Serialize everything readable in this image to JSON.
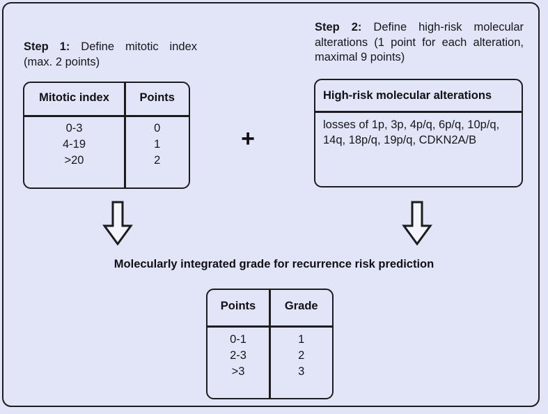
{
  "figure": {
    "background_color": "#e1e5f7",
    "border_color": "#1c1c20",
    "text_color": "#16161a"
  },
  "step1": {
    "label": "Step 1:",
    "description": " Define mitotic index (max. 2 points)",
    "table": {
      "headers": [
        "Mitotic index",
        "Points"
      ],
      "rows": [
        [
          "0-3",
          "0"
        ],
        [
          "4-19",
          "1"
        ],
        [
          ">20",
          "2"
        ]
      ],
      "left_column_values": "0-3\n4-19\n>20",
      "right_column_values": "0\n1\n2"
    }
  },
  "step2": {
    "label": "Step 2:",
    "description": " Define high-risk molecular alterations (1 point for each alteration, maximal 9 points)",
    "panel": {
      "header": "High-risk molecular alterations",
      "body": "losses of 1p, 3p, 4p/q, 6p/q, 10p/q, 14q, 18p/q, 19p/q, CDKN2A/B"
    }
  },
  "operator": {
    "symbol": "+"
  },
  "arrows": {
    "left_name": "down-arrow-icon",
    "right_name": "down-arrow-icon",
    "fill": "#f2f5fc",
    "stroke": "#1c1c20"
  },
  "result": {
    "caption": "Molecularly integrated grade for recurrence risk prediction",
    "table": {
      "headers": [
        "Points",
        "Grade"
      ],
      "rows": [
        [
          "0-1",
          "1"
        ],
        [
          "2-3",
          "2"
        ],
        [
          ">3",
          "3"
        ]
      ],
      "left_column_values": "0-1\n2-3\n>3",
      "right_column_values": "1\n2\n3"
    }
  }
}
